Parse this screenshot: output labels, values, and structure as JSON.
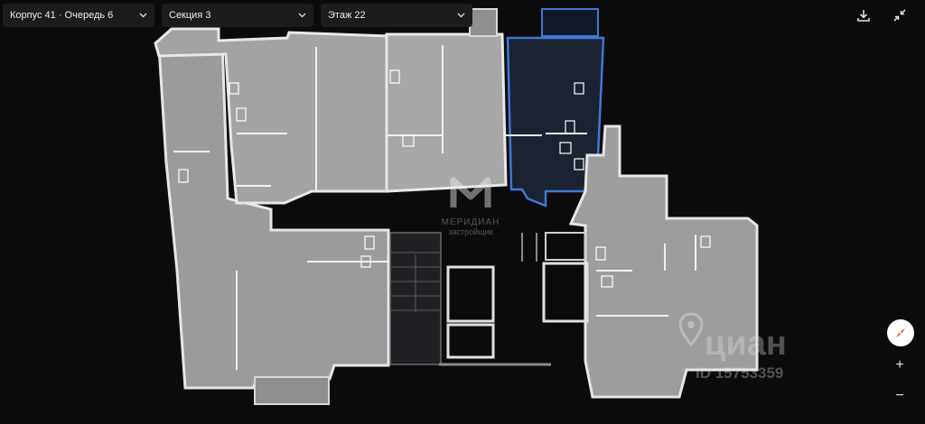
{
  "filters": {
    "building": "Корпус 41 · Очередь 6",
    "section": "Секция 3",
    "floor": "Этаж 22"
  },
  "toolbar": {
    "download_icon": "download-icon",
    "collapse_icon": "collapse-icon"
  },
  "zoom": {
    "in": "+",
    "out": "−"
  },
  "watermark_center": {
    "line1": "МЕРИДИАН",
    "line2": "застройщик"
  },
  "watermark_cian": {
    "brand": "циан",
    "id": "ID 15753359"
  },
  "colors": {
    "background": "#0b0b0c",
    "plan_fill": "#9a9a9a",
    "plan_walls": "#e3e3e3",
    "selected_fill": "#1b2231",
    "selected_outline": "#3f78d6"
  }
}
